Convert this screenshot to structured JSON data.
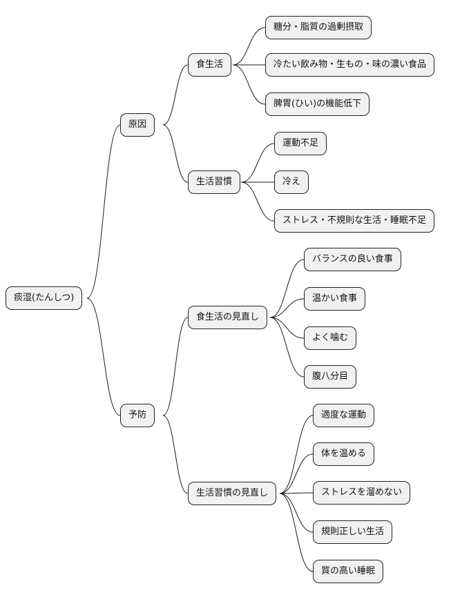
{
  "mindmap": {
    "root": "痰湿(たんしつ)",
    "branches": [
      {
        "label": "原因",
        "groups": [
          {
            "label": "食生活",
            "items": [
              "糖分・脂質の過剰摂取",
              "冷たい飲み物・生もの・味の濃い食品",
              "脾胃(ひい)の機能低下"
            ]
          },
          {
            "label": "生活習慣",
            "items": [
              "運動不足",
              "冷え",
              "ストレス・不規則な生活・睡眠不足"
            ]
          }
        ]
      },
      {
        "label": "予防",
        "groups": [
          {
            "label": "食生活の見直し",
            "items": [
              "バランスの良い食事",
              "温かい食事",
              "よく噛む",
              "腹八分目"
            ]
          },
          {
            "label": "生活習慣の見直し",
            "items": [
              "適度な運動",
              "体を温める",
              "ストレスを溜めない",
              "規則正しい生活",
              "質の高い睡眠"
            ]
          }
        ]
      }
    ]
  }
}
